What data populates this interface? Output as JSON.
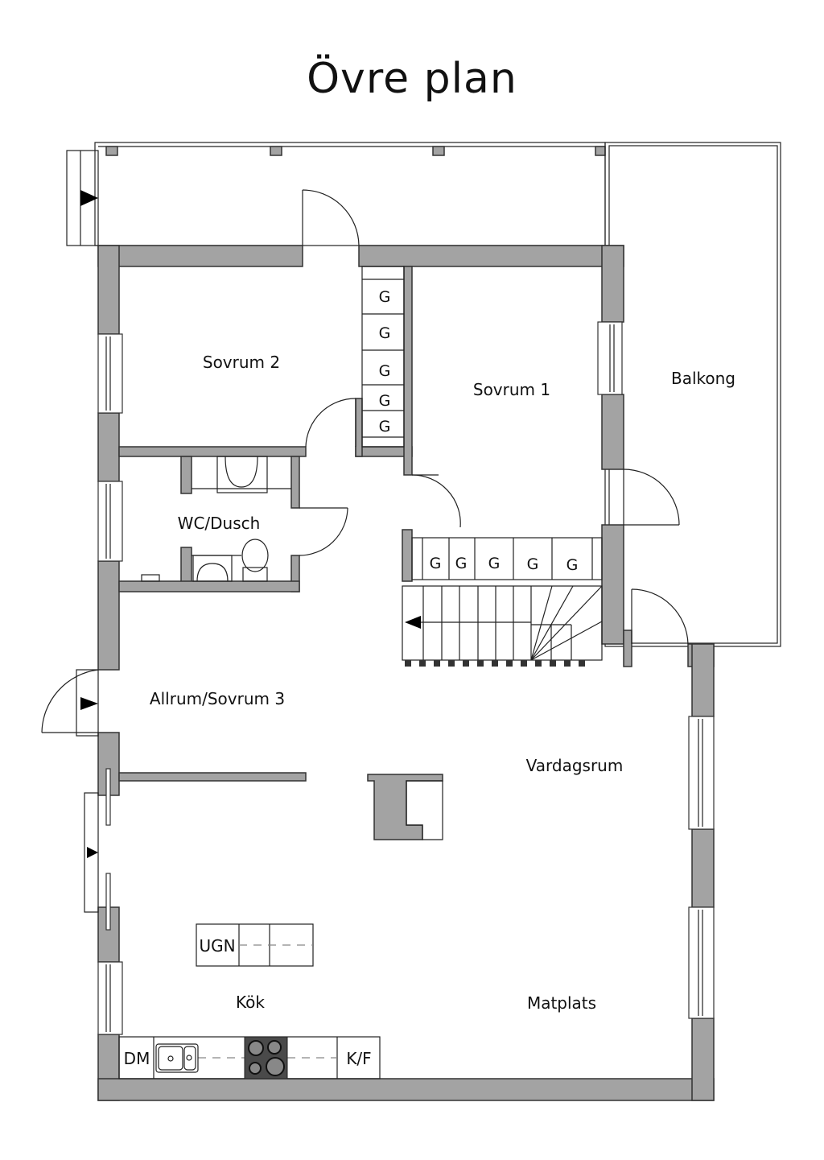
{
  "title": "Övre plan",
  "rooms": {
    "sovrum2": "Sovrum 2",
    "sovrum1": "Sovrum 1",
    "balkong": "Balkong",
    "wc": "WC/Dusch",
    "allrum": "Allrum/Sovrum 3",
    "vardagsrum": "Vardagsrum",
    "kok": "Kök",
    "matplats": "Matplats"
  },
  "closet_labels": [
    "G",
    "G",
    "G",
    "G",
    "G",
    "G",
    "G",
    "G",
    "G",
    "G"
  ],
  "appliances": {
    "oven": "UGN",
    "dishwasher": "DM",
    "fridge": "K/F"
  }
}
